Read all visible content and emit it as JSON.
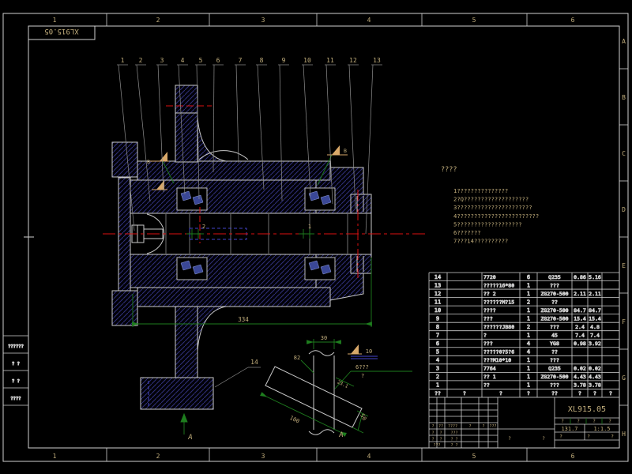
{
  "sheet": {
    "corner_label": "XL915.05",
    "top_zones": [
      "1",
      "2",
      "3",
      "4",
      "5",
      "6"
    ],
    "bottom_zones": [
      "1",
      "2",
      "3",
      "4",
      "5",
      "6"
    ],
    "right_zones": [
      "A",
      "B",
      "C",
      "D",
      "E",
      "F",
      "G",
      "H"
    ]
  },
  "callouts": [
    "1",
    "2",
    "3",
    "4",
    "5",
    "6",
    "7",
    "8",
    "9",
    "10",
    "11",
    "12",
    "13"
  ],
  "callout_14": "14",
  "notes": {
    "title": "????",
    "lines": [
      "1???????????????",
      "2?Q???????????????????",
      "3??????????????????????",
      "4????????????????????????",
      "5???????????????????",
      "6???????",
      "7???14??????????"
    ]
  },
  "dimensions": {
    "overall": "334",
    "bearing_gap_left": "2",
    "bearing_gap_right": "1",
    "detail_width": "30",
    "detail_angle": "82",
    "detail_note": "6???",
    "detail_note_sub": "?",
    "detail_offset": "23.1",
    "detail_length": "100",
    "detail_thickness": "50",
    "roughness": "10",
    "section_mark_left": "B",
    "section_mark_right": "B",
    "section_label": "A",
    "detail_view_label": "A"
  },
  "parts_table": {
    "header": [
      "??",
      "?",
      "?",
      "?",
      "??",
      "?",
      "?",
      "?"
    ],
    "rows": [
      [
        "14",
        "",
        "7720",
        "6",
        "Q235",
        "0.86",
        "5.16"
      ],
      [
        "13",
        "",
        "?????16*80",
        "1",
        "???",
        "",
        ""
      ],
      [
        "12",
        "",
        "?? 2",
        "1",
        "ZG270-500",
        "2.11",
        "2.11"
      ],
      [
        "11",
        "",
        "??????M?15",
        "2",
        "??",
        "",
        ""
      ],
      [
        "10",
        "",
        "????",
        "1",
        "ZG270-500",
        "84.7",
        "84.7"
      ],
      [
        "9",
        "",
        "???",
        "1",
        "ZG270-500",
        "15.4",
        "15.4"
      ],
      [
        "8",
        "",
        "??????JB80",
        "2",
        "???",
        "2.4",
        "4.8"
      ],
      [
        "7",
        "",
        "?",
        "1",
        "45",
        "7.4",
        "7.4"
      ],
      [
        "6",
        "",
        "???",
        "4",
        "YG8",
        "0.98",
        "3.92"
      ],
      [
        "5",
        "",
        "?????0?5?6",
        "4",
        "??",
        "",
        ""
      ],
      [
        "4",
        "",
        "???M10*10",
        "1",
        "???",
        "",
        ""
      ],
      [
        "3",
        "",
        "7764",
        "1",
        "Q235",
        "0.02",
        "0.02"
      ],
      [
        "2",
        "",
        "?? 1",
        "1",
        "ZG270-500",
        "4.43",
        "4.43"
      ],
      [
        "1",
        "",
        "??",
        "1",
        "???",
        "3.78",
        "3.78"
      ]
    ]
  },
  "title_block": {
    "drawing_number": "XL915.05",
    "weight": "131.7",
    "scale": "1:1.5",
    "approval_cells": [
      "?",
      "?",
      "?",
      "?"
    ],
    "bottom_cells": [
      "?",
      "?",
      "?"
    ],
    "middle_bottom_cells": [
      "?",
      "?"
    ],
    "revision_rows": [
      [
        "?",
        "??",
        "????",
        "?",
        "?",
        "???"
      ],
      [
        "?",
        "?",
        "???"
      ],
      [
        "?",
        "?",
        "? ?"
      ],
      [
        "???",
        "? ?"
      ]
    ]
  },
  "left_strip": {
    "cells": [
      "??????",
      "? ?",
      "? ?",
      "????"
    ]
  },
  "colors": {
    "line": "#c9c9c9",
    "hatch": "#30307a",
    "centerline": "#dd1111",
    "dimension": "#1e7d1e",
    "annotation": "#c2ae7c",
    "bearing": "#3a4796",
    "hidden": "#4545c8"
  }
}
